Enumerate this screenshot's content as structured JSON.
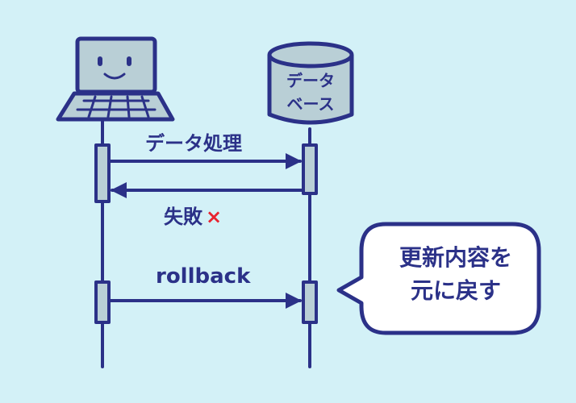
{
  "messages": {
    "process": "データ処理",
    "fail": "失敗",
    "fail_mark": "×",
    "rollback": "rollback"
  },
  "database": {
    "line1": "データ",
    "line2": "ベース"
  },
  "note": {
    "line1": "更新内容を",
    "line2": "元に戻す"
  },
  "colors": {
    "background": "#d3f1f7",
    "ink": "#2b3188",
    "fill": "#b9cfd6",
    "note_fill": "#ffffff",
    "error": "#e8232f"
  },
  "icons": [
    "laptop-icon",
    "database-icon",
    "cross-icon"
  ]
}
